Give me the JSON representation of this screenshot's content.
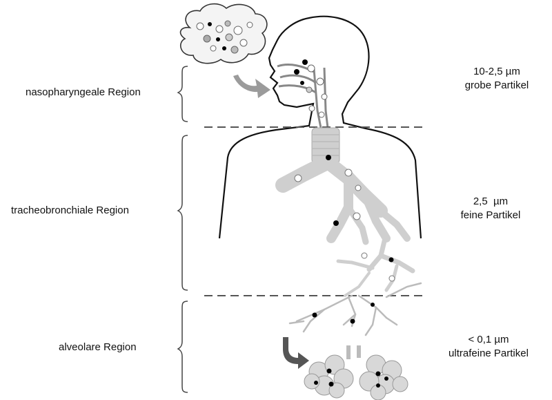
{
  "regions": [
    {
      "label": "nasopharyngeale Region",
      "size": "10-2,5 µm",
      "particles": "grobe Partikel"
    },
    {
      "label": "tracheobronchiale Region",
      "size": "2,5  µm",
      "particles": "feine Partikel"
    },
    {
      "label": "alveolare Region",
      "size": "< 0,1 µm",
      "particles": "ultrafeine Partikel"
    }
  ],
  "colors": {
    "outline": "#111111",
    "dashed_divider": "#555555",
    "airway_fill": "#cfcfcf",
    "arrow": "#8a8a8a",
    "dark_particle": "#000000",
    "light_particle": "#ffffff"
  },
  "icons": [
    "particle-cloud-icon",
    "inhalation-arrow-icon",
    "alveoli-arrow-icon"
  ]
}
